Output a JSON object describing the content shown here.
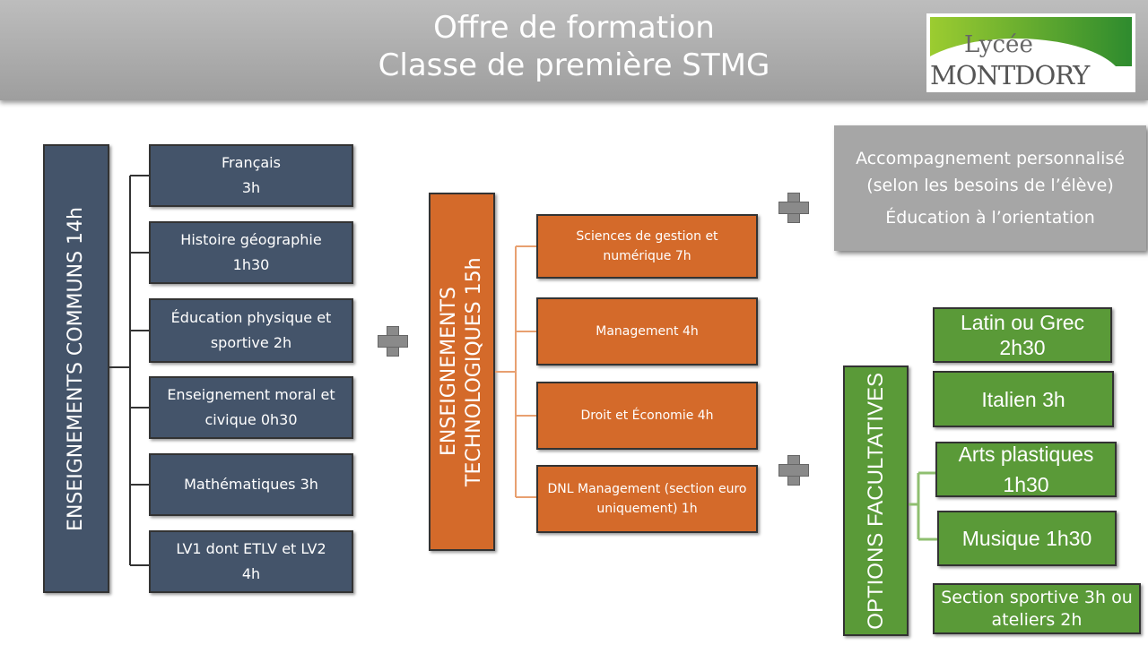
{
  "header": {
    "title_line1": "Offre de formation",
    "title_line2": "Classe de première STMG",
    "logo_line1": "Lycée",
    "logo_line2": "MONTDORY"
  },
  "communs": {
    "title": "ENSEIGNEMENTS COMMUNS 14h",
    "items": [
      [
        "Français",
        "3h"
      ],
      [
        "Histoire géographie",
        "1h30"
      ],
      [
        "Éducation physique et sportive   2h"
      ],
      [
        "Enseignement moral et civique  0h30"
      ],
      [
        "Mathématiques 3h"
      ],
      [
        "LV1 dont ETLV et LV2",
        "4h"
      ]
    ]
  },
  "techno": {
    "title": "ENSEIGNEMENTS TECHNOLOGIQUES 15h",
    "items": [
      "Sciences de gestion et numérique 7h",
      "Management  4h",
      "Droit et Économie 4h",
      "DNL Management (section euro uniquement) 1h"
    ]
  },
  "accompagnement": {
    "line1": "Accompagnement personnalisé (selon les besoins de l’élève)",
    "line2": "Éducation à l’orientation"
  },
  "options": {
    "title": "OPTIONS FACULTATIVES",
    "items": [
      "Latin ou Grec 2h30",
      "Italien 3h",
      "Arts plastiques 1h30",
      "Musique  1h30"
    ],
    "sportive": "Section sportive 3h ou ateliers 2h"
  },
  "colors": {
    "blue": "#44546a",
    "orange": "#d46a2a",
    "green": "#5a9a38",
    "gray": "#a6a6a6"
  }
}
